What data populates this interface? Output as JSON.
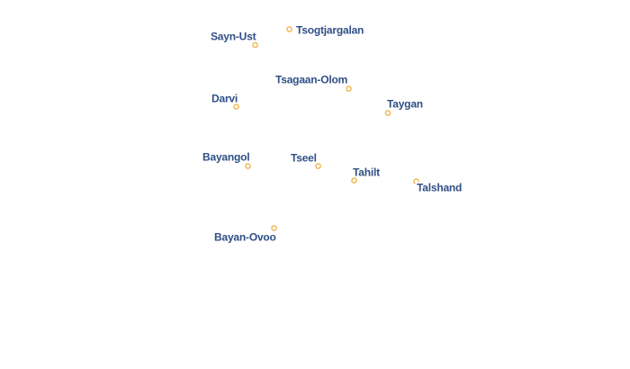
{
  "map": {
    "marker_color": "#f0b44c",
    "label_color": "#2f4f85",
    "halo_color": "#ffffff",
    "places": [
      {
        "id": "sayn-ust",
        "name": "Sayn-Ust"
      },
      {
        "id": "tsogtjargalan",
        "name": "Tsogtjargalan"
      },
      {
        "id": "tsagaan-olom",
        "name": "Tsagaan-Olom"
      },
      {
        "id": "darvi",
        "name": "Darvi"
      },
      {
        "id": "taygan",
        "name": "Taygan"
      },
      {
        "id": "bayangol",
        "name": "Bayangol"
      },
      {
        "id": "tseel",
        "name": "Tseel"
      },
      {
        "id": "tahilt",
        "name": "Tahilt"
      },
      {
        "id": "talshand",
        "name": "Talshand"
      },
      {
        "id": "bayan-ovoo",
        "name": "Bayan-Ovoo"
      }
    ]
  }
}
